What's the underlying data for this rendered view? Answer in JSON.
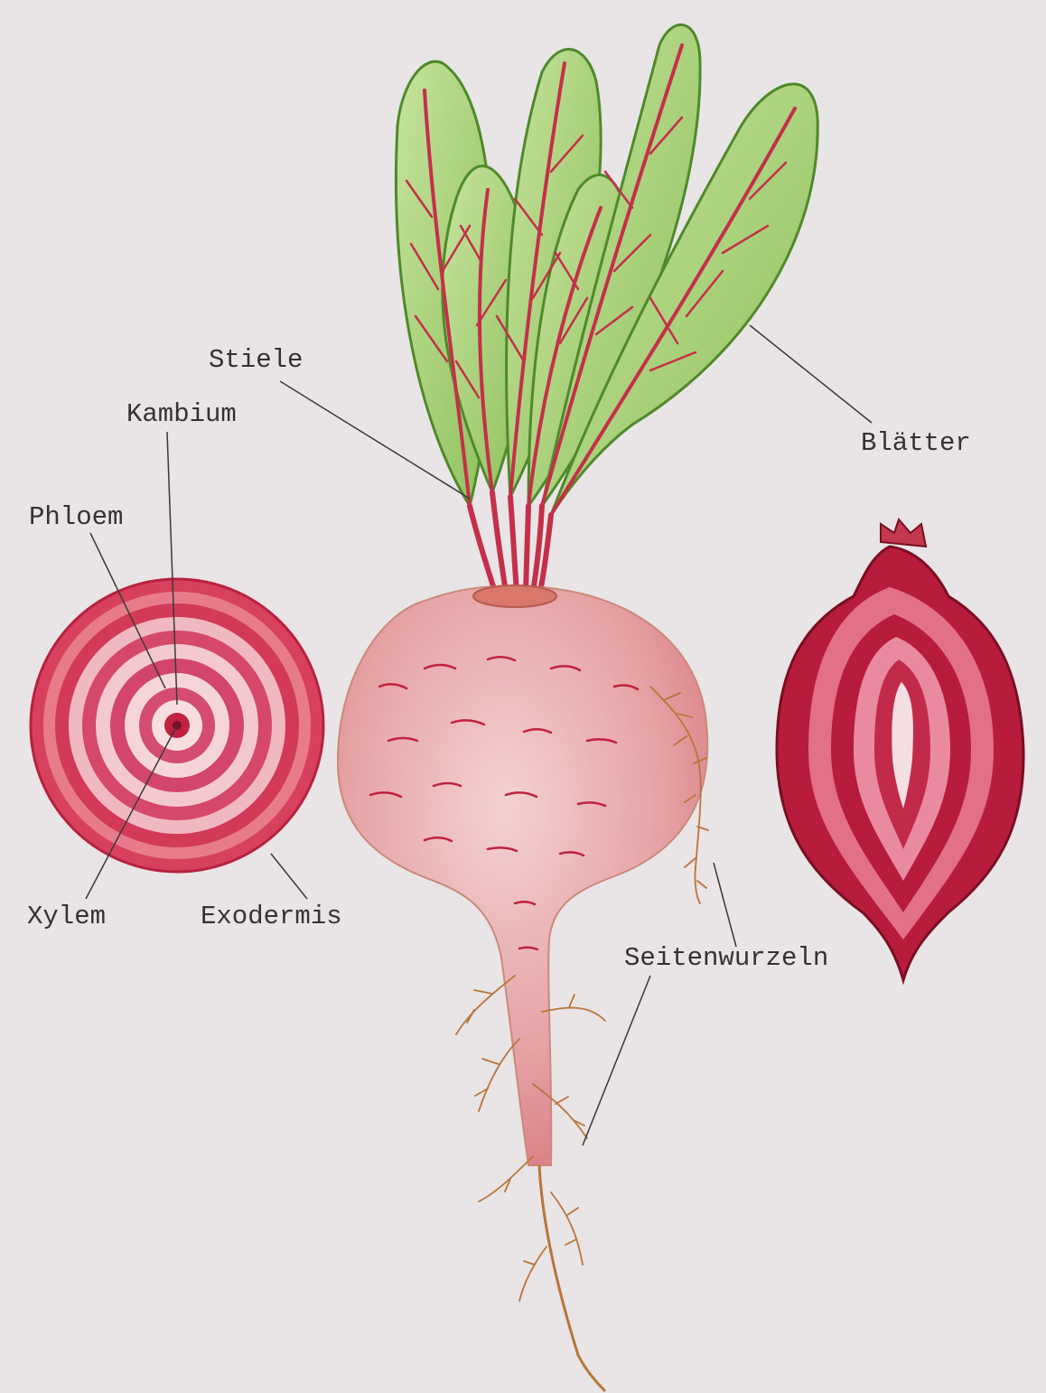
{
  "diagram": {
    "labels": {
      "stiele": "Stiele",
      "kambium": "Kambium",
      "phloem": "Phloem",
      "blaetter": "Blätter",
      "xylem": "Xylem",
      "exodermis": "Exodermis",
      "seitenwurzeln": "Seitenwurzeln"
    },
    "colors": {
      "paper": "#e9e4e6",
      "leaf": "#a9d07a",
      "leaf_outline": "#4f8a2b",
      "vein": "#c4304a",
      "beet_body": "#e8a2a4",
      "beet_dark": "#c0213f",
      "ring_light": "#f3c9cf",
      "root": "#b8763a",
      "leader_line": "#3a3a3a"
    }
  }
}
